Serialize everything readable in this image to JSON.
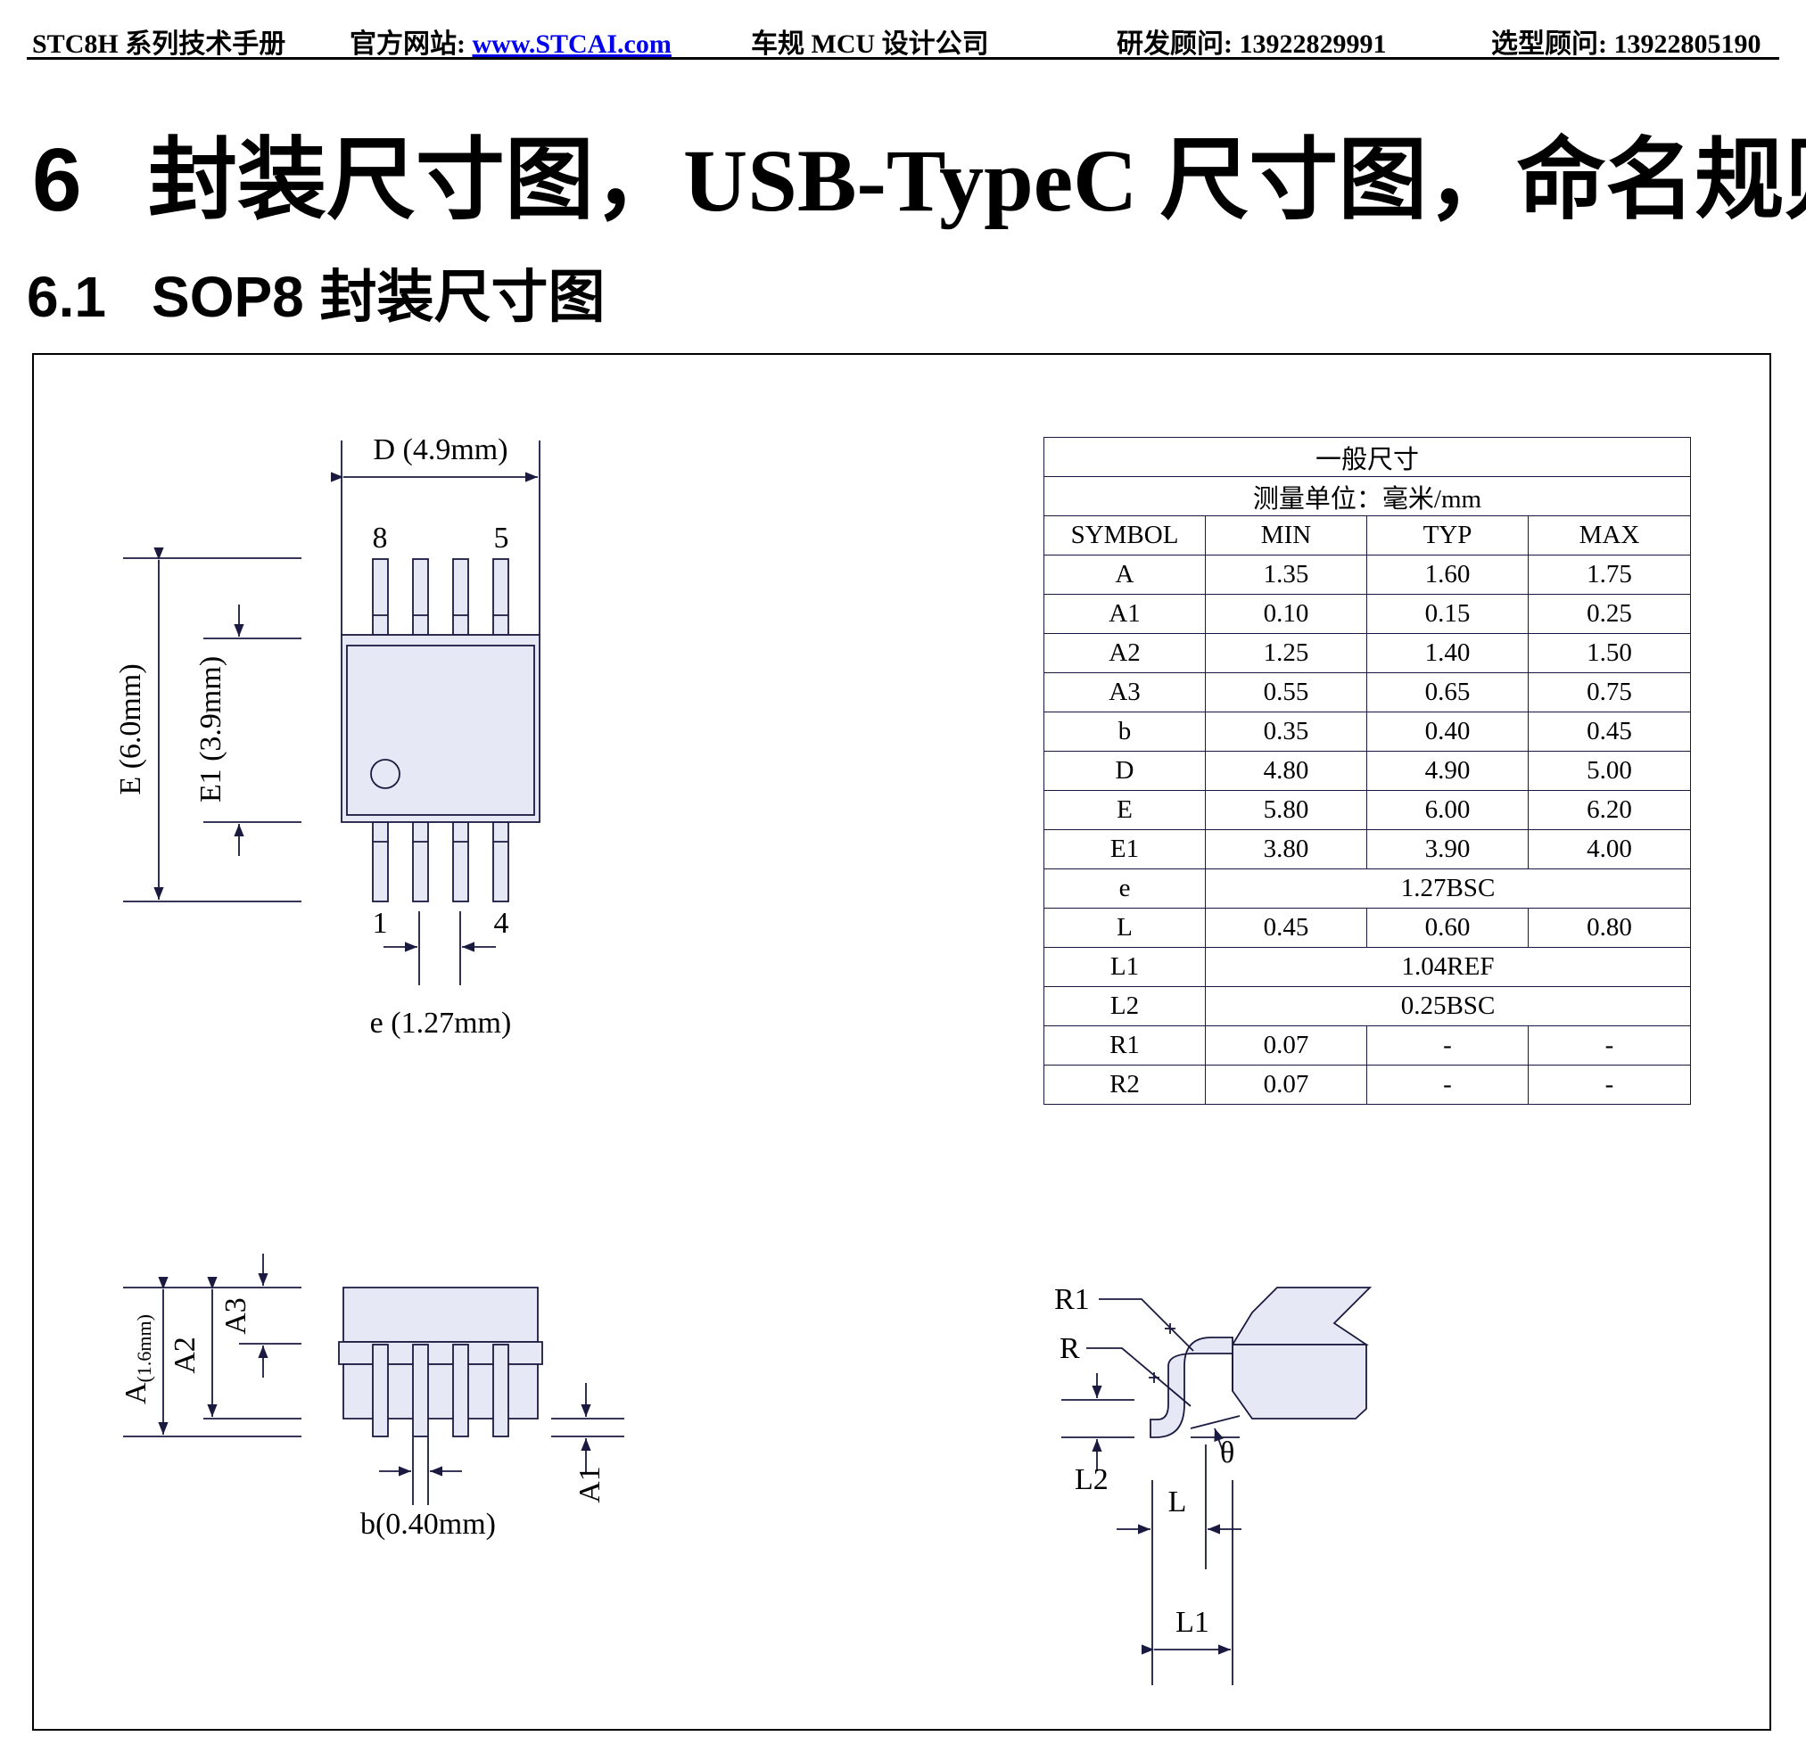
{
  "header": {
    "manual": "STC8H 系列技术手册",
    "website_label": "官方网站: ",
    "website_link": "www.STCAI.com",
    "company": "车规 MCU 设计公司",
    "rd_contact": "研发顾问: 13922829991",
    "sales_contact": "选型顾问: 13922805190"
  },
  "section": {
    "number": "6",
    "title": "封装尺寸图，USB-TypeC 尺寸图，命名规则"
  },
  "subsection": {
    "number": "6.1",
    "title": "SOP8 封装尺寸图"
  },
  "drawing_labels": {
    "d_dim": "D (4.9mm)",
    "e_dim": "E (6.0mm)",
    "e1_dim": "E1 (3.9mm)",
    "pitch_dim": "e (1.27mm)",
    "pin8": "8",
    "pin5": "5",
    "pin1": "1",
    "pin4": "4",
    "a_dim": "A",
    "a_sub": "(1.6mm)",
    "a2": "A2",
    "a3": "A3",
    "a1": "A1",
    "b_dim": "b(0.40mm)",
    "r1": "R1",
    "r": "R",
    "l2": "L2",
    "theta": "θ",
    "l": "L",
    "l1": "L1"
  },
  "table": {
    "title": "一般尺寸",
    "unit": "测量单位：毫米/mm",
    "columns": [
      "SYMBOL",
      "MIN",
      "TYP",
      "MAX"
    ],
    "rows": [
      {
        "symbol": "A",
        "min": "1.35",
        "typ": "1.60",
        "max": "1.75"
      },
      {
        "symbol": "A1",
        "min": "0.10",
        "typ": "0.15",
        "max": "0.25"
      },
      {
        "symbol": "A2",
        "min": "1.25",
        "typ": "1.40",
        "max": "1.50"
      },
      {
        "symbol": "A3",
        "min": "0.55",
        "typ": "0.65",
        "max": "0.75"
      },
      {
        "symbol": "b",
        "min": "0.35",
        "typ": "0.40",
        "max": "0.45"
      },
      {
        "symbol": "D",
        "min": "4.80",
        "typ": "4.90",
        "max": "5.00"
      },
      {
        "symbol": "E",
        "min": "5.80",
        "typ": "6.00",
        "max": "6.20"
      },
      {
        "symbol": "E1",
        "min": "3.80",
        "typ": "3.90",
        "max": "4.00"
      },
      {
        "symbol": "e",
        "span": "1.27BSC"
      },
      {
        "symbol": "L",
        "min": "0.45",
        "typ": "0.60",
        "max": "0.80"
      },
      {
        "symbol": "L1",
        "span": "1.04REF"
      },
      {
        "symbol": "L2",
        "span": "0.25BSC"
      },
      {
        "symbol": "R1",
        "min": "0.07",
        "typ": "-",
        "max": "-"
      },
      {
        "symbol": "R2",
        "min": "0.07",
        "typ": "-",
        "max": "-"
      }
    ]
  },
  "colors": {
    "package_fill": "#e6e8f6",
    "outline": "#1a1a40",
    "link": "#0000ee"
  }
}
